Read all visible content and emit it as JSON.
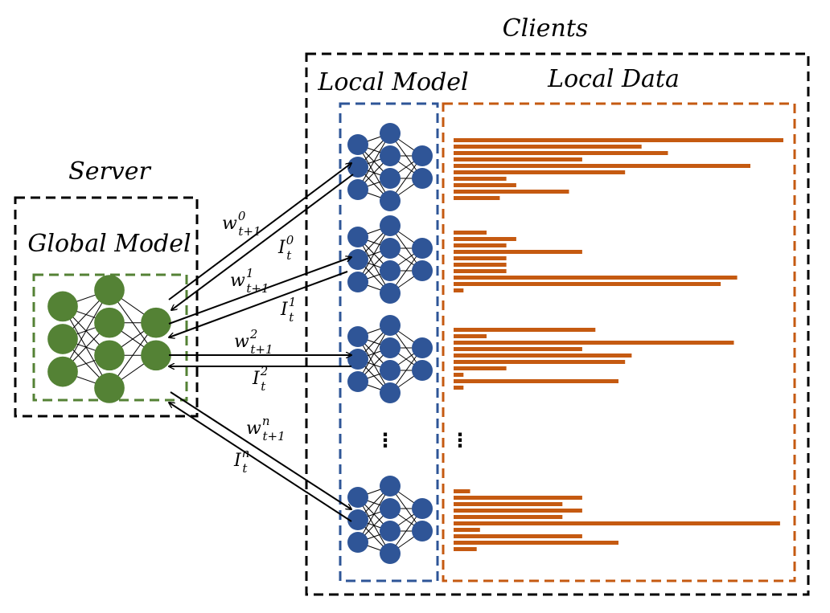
{
  "labels": {
    "clients": "Clients",
    "server": "Server",
    "global_model": "Global Model",
    "local_model": "Local Model",
    "local_data": "Local Data"
  },
  "colors": {
    "server_net": "#548235",
    "client_net": "#2f5597",
    "data_bars": "#c55a11",
    "frame": "#000000"
  },
  "arrow_labels": [
    {
      "down_base": "w",
      "down_sub": "t+1",
      "down_sup": "0",
      "up_base": "I",
      "up_sub": "t",
      "up_sup": "0"
    },
    {
      "down_base": "w",
      "down_sub": "t+1",
      "down_sup": "1",
      "up_base": "I",
      "up_sub": "t",
      "up_sup": "1"
    },
    {
      "down_base": "w",
      "down_sub": "t+1",
      "down_sup": "2",
      "up_base": "I",
      "up_sub": "t",
      "up_sup": "2"
    },
    {
      "down_base": "w",
      "down_sub": "t+1",
      "down_sup": "n",
      "up_base": "I",
      "up_sub": "t",
      "up_sup": "n"
    }
  ],
  "ellipsis": "⋮",
  "client_data": [
    [
      1.0,
      0.57,
      0.65,
      0.39,
      0.9,
      0.52,
      0.16,
      0.19,
      0.35,
      0.14
    ],
    [
      0.1,
      0.19,
      0.16,
      0.39,
      0.16,
      0.16,
      0.16,
      0.86,
      0.81,
      0.03
    ],
    [
      0.43,
      0.1,
      0.85,
      0.39,
      0.54,
      0.52,
      0.16,
      0.03,
      0.5,
      0.03
    ],
    [
      0.05,
      0.39,
      0.33,
      0.39,
      0.33,
      0.99,
      0.08,
      0.39,
      0.5,
      0.07
    ]
  ]
}
